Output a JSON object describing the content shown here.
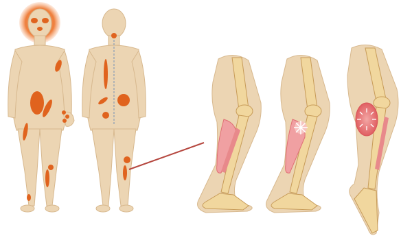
{
  "image": {
    "subject": "medical-illustration-muscle-injury",
    "colors": {
      "background": "#ffffff",
      "skin": "#ecd5b3",
      "skin_shadow": "#dcbf98",
      "skin_outline": "#c9a57a",
      "lesion": "#e0631e",
      "head_glow": "#f08a4a",
      "bone": "#f1d79e",
      "bone_outline": "#c79b58",
      "muscle": "#f0a0a2",
      "muscle_dark": "#e06f74",
      "pointer_line": "#b5473f"
    },
    "figures": [
      "front-body",
      "back-body"
    ],
    "legs": [
      "leg-stage-1",
      "leg-stage-2",
      "leg-stage-3"
    ]
  }
}
